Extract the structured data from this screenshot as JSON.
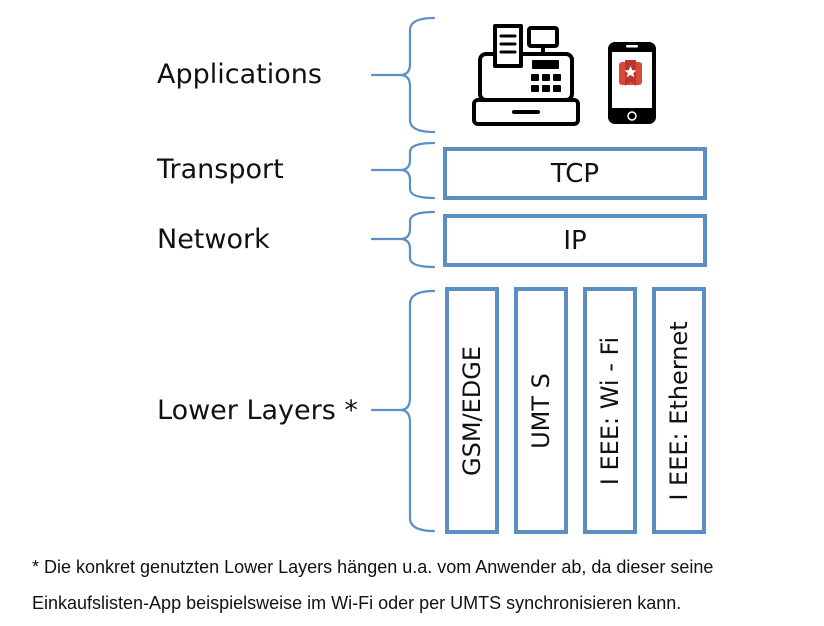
{
  "layers": {
    "applications": {
      "label": "Applications"
    },
    "transport": {
      "label": "Transport",
      "protocol": "TCP"
    },
    "network": {
      "label": "Network",
      "protocol": "IP"
    },
    "lower": {
      "label": "Lower Layers *",
      "protocols": [
        "GSM/EDGE",
        "UMT S",
        "I EEE: Wi - Fi",
        "I EEE: Ethernet"
      ]
    }
  },
  "icons": {
    "applications": [
      "cash-register-icon",
      "smartphone-app-icon"
    ]
  },
  "colors": {
    "box_border": "#5b8fc4",
    "text": "#111111",
    "icon": "#000000",
    "app_badge": "#d9483b"
  },
  "footnote": {
    "line1": "* Die konkret genutzten Lower Layers hängen u.a. vom Anwender ab, da dieser seine",
    "line2": "Einkaufslisten-App beispielsweise im Wi-Fi oder per UMTS synchronisieren kann."
  }
}
